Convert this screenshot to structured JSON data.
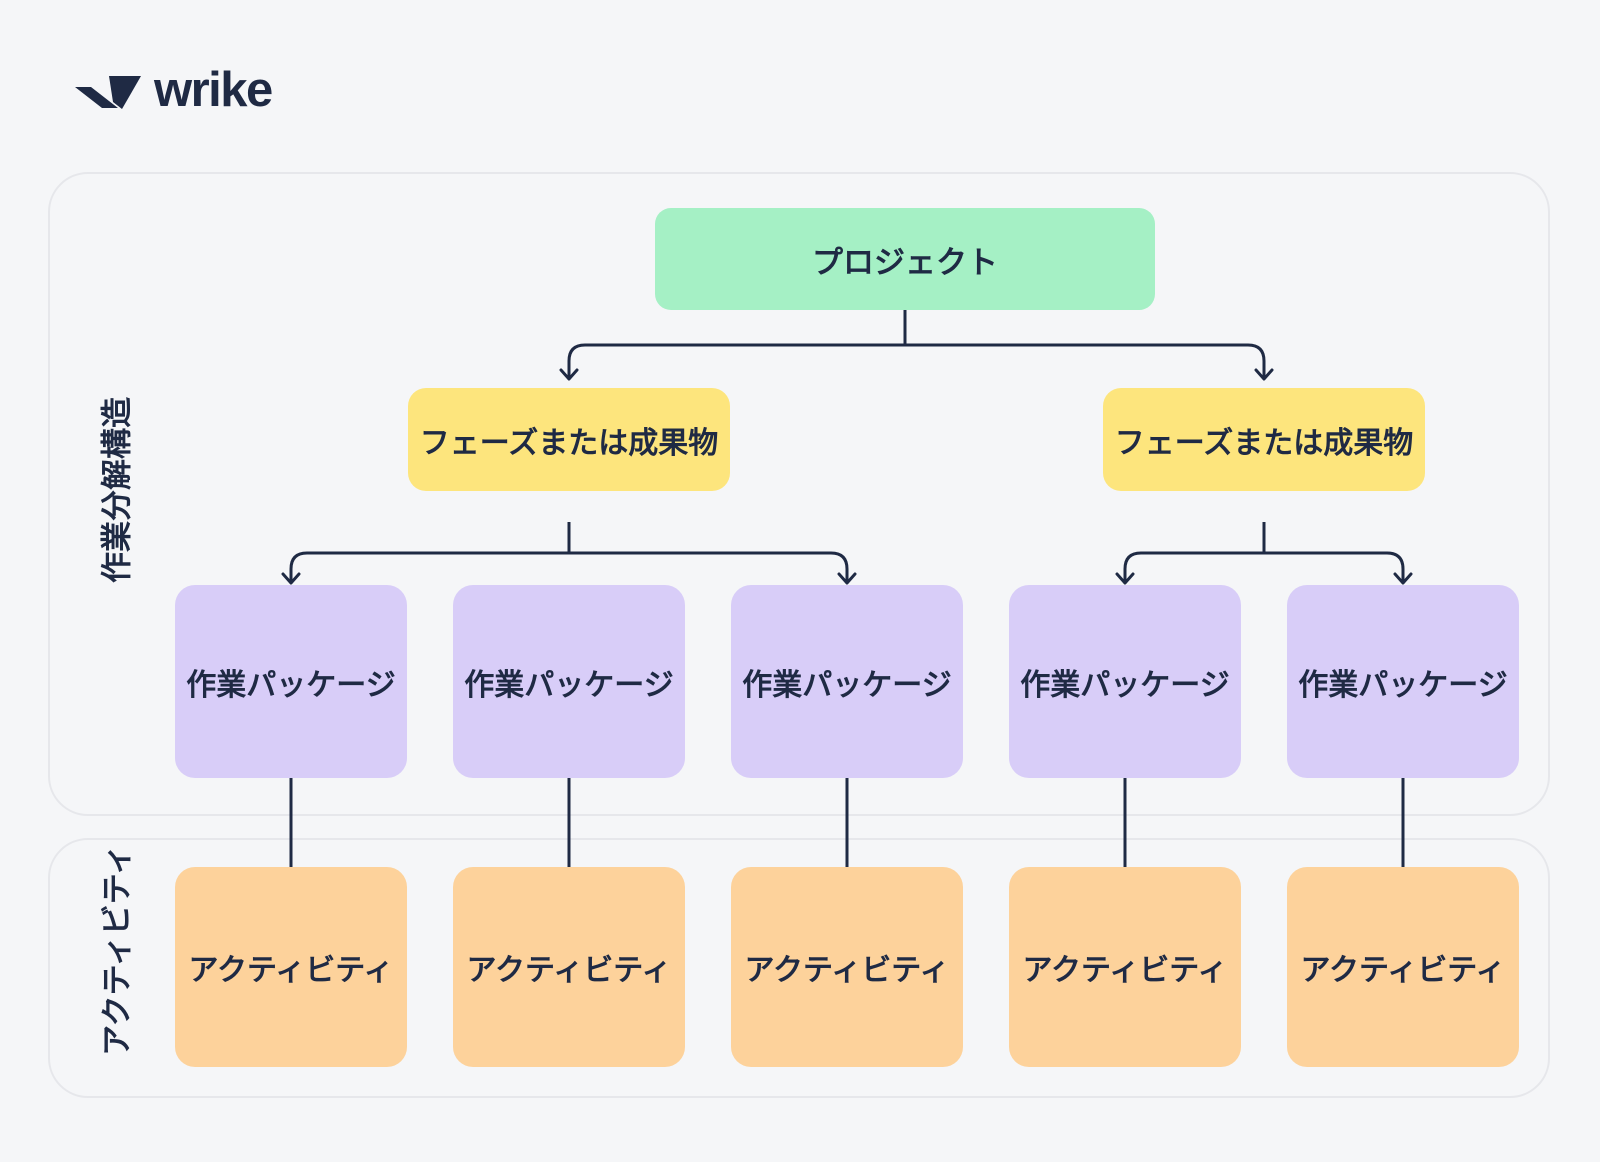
{
  "logo": {
    "brand": "wrike"
  },
  "colors": {
    "background": "#f5f6f8",
    "navy": "#1f2a44",
    "line": "#1f2a44",
    "green": "#a5f0c5",
    "yellow": "#fde57d",
    "purple": "#d8cdf8",
    "orange": "#fdd29b",
    "panel_border": "#e6e7eb"
  },
  "wbs": {
    "section_label": "作業分解構造",
    "project": "プロジェクト",
    "phases": [
      "フェーズまたは成果物",
      "フェーズまたは成果物"
    ],
    "work_packages": [
      "作業パッケージ",
      "作業パッケージ",
      "作業パッケージ",
      "作業パッケージ",
      "作業パッケージ"
    ]
  },
  "activities": {
    "section_label": "アクティビティ",
    "items": [
      "アクティビティ",
      "アクティビティ",
      "アクティビティ",
      "アクティビティ",
      "アクティビティ"
    ]
  }
}
